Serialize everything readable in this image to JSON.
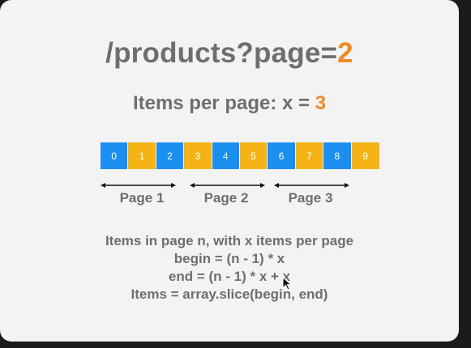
{
  "title": {
    "prefix": "/products?page=",
    "page_value": "2"
  },
  "items_per_page": {
    "prefix": "Items per page: x = ",
    "value": "3"
  },
  "colors": {
    "blue": "#1a8ff0",
    "orange": "#f5b316",
    "accent": "#f08a24",
    "text": "#6e6e6e"
  },
  "array_cells": [
    {
      "label": "0",
      "color": "blue"
    },
    {
      "label": "1",
      "color": "orange"
    },
    {
      "label": "2",
      "color": "blue"
    },
    {
      "label": "3",
      "color": "orange"
    },
    {
      "label": "4",
      "color": "blue"
    },
    {
      "label": "5",
      "color": "orange"
    },
    {
      "label": "6",
      "color": "blue"
    },
    {
      "label": "7",
      "color": "orange"
    },
    {
      "label": "8",
      "color": "blue"
    },
    {
      "label": "9",
      "color": "orange"
    }
  ],
  "pages": [
    {
      "label": "Page 1"
    },
    {
      "label": "Page 2"
    },
    {
      "label": "Page 3"
    }
  ],
  "formula": {
    "line1": "Items in page n, with x items per page",
    "line2": "begin = (n - 1) * x",
    "line3": "end = (n - 1) * x + x",
    "line4": "Items = array.slice(begin, end)"
  }
}
